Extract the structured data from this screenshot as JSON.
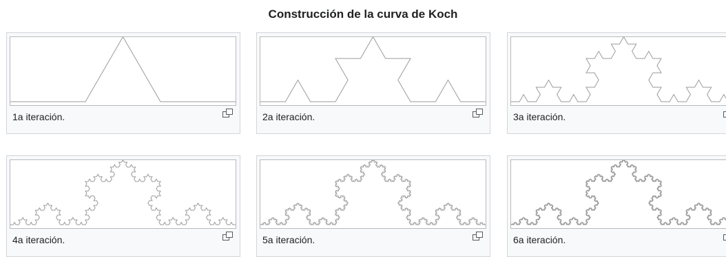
{
  "gallery": {
    "title": "Construcción de la curva de Koch",
    "items": [
      {
        "caption": "1a iteración.",
        "iteration": 1,
        "icon": "enlarge-icon"
      },
      {
        "caption": "2a iteración.",
        "iteration": 2,
        "icon": "enlarge-icon"
      },
      {
        "caption": "3a iteración.",
        "iteration": 3,
        "icon": "enlarge-icon"
      },
      {
        "caption": "4a iteración.",
        "iteration": 4,
        "icon": "enlarge-icon"
      },
      {
        "caption": "5a iteración.",
        "iteration": 5,
        "icon": "enlarge-icon"
      },
      {
        "caption": "6a iteración.",
        "iteration": 6,
        "icon": "enlarge-icon"
      }
    ]
  },
  "colors": {
    "curve": "#9a9a9a",
    "box_border": "#d4d5d9",
    "box_background": "#f8f9fa",
    "icon": "#54595d"
  }
}
